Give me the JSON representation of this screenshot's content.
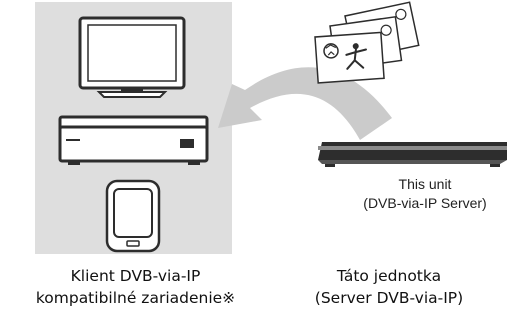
{
  "server_caption": {
    "line1": "This unit",
    "line2": "(DVB-via-IP Server)"
  },
  "client_label": {
    "line1": "Klient DVB-via-IP",
    "line2": "kompatibilné zariadenie※"
  },
  "server_label": {
    "line1": "Táto jednotka",
    "line2": "(Server DVB-via-IP)"
  },
  "colors": {
    "client_panel": "#dedede",
    "arrow": "#cbcbcb",
    "device_dark": "#2d2d2d",
    "device_light": "#ffffff"
  }
}
